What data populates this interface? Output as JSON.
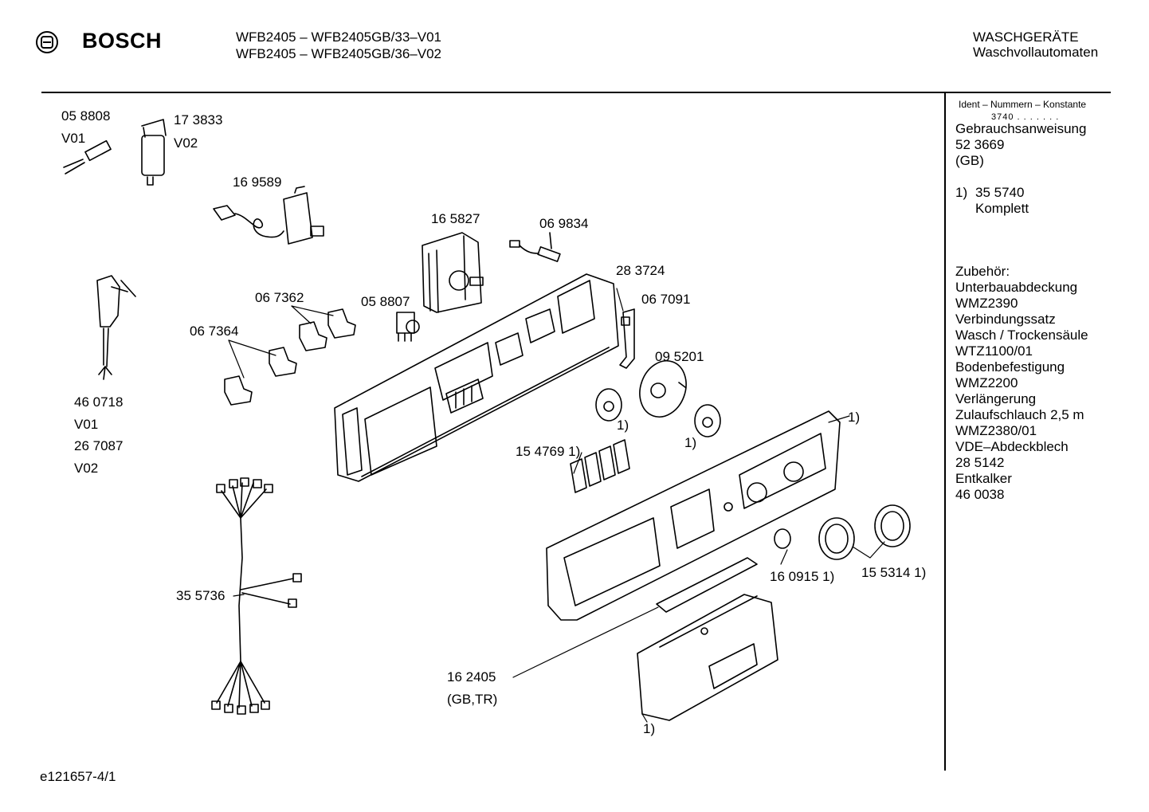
{
  "header": {
    "brand": "BOSCH",
    "models": [
      "WFB2405 – WFB2405GB/33–V01",
      "WFB2405 – WFB2405GB/36–V02"
    ],
    "category": [
      "WASCHGERÄTE",
      "Waschvollautomaten"
    ]
  },
  "sidebar": {
    "ident_title": "Ident – Nummern – Konstante",
    "ident_dots": "3740 . . . . . . .",
    "manual_label": "Gebrauchsanweisung",
    "manual_number": "52 3669",
    "manual_region": "(GB)",
    "footnote_marker": "1)",
    "footnote_number": "35 5740",
    "footnote_text": "Komplett",
    "accessories_title": "Zubehör:",
    "accessories": [
      "Unterbauabdeckung",
      "WMZ2390",
      "Verbindungssatz",
      "Wasch / Trockensäule",
      "WTZ1100/01",
      "Bodenbefestigung",
      "WMZ2200",
      "Verlängerung",
      "Zulaufschlauch 2,5 m",
      "WMZ2380/01",
      "VDE–Abdeckblech",
      "28 5142",
      "Entkalker",
      "46 0038"
    ]
  },
  "labels": {
    "p058808": "05 8808",
    "v01a": "V01",
    "p173833": "17 3833",
    "v02a": "V02",
    "p169589": "16 9589",
    "p165827": "16 5827",
    "p069834": "06 9834",
    "p283724": "28 3724",
    "p067091": "06 7091",
    "p067362": "06 7362",
    "p058807": "05 8807",
    "p067364": "06 7364",
    "p095201": "09 5201",
    "note1a": "1)",
    "note1b": "1)",
    "note1c": "1)",
    "p154769": "15 4769 1)",
    "p460718": "46 0718",
    "v01b": "V01",
    "p267087": "26 7087",
    "v02b": "V02",
    "p355736": "35 5736",
    "p160915": "16 0915 1)",
    "p155314": "15 5314 1)",
    "p162405": "16 2405",
    "gbtr": "(GB,TR)",
    "note1d": "1)"
  },
  "footer": {
    "doc_id": "e121657-4/1"
  }
}
